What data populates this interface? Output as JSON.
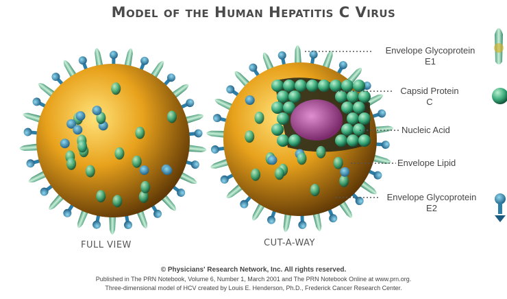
{
  "title": "Model of the Human Hepatitis C Virus",
  "captions": {
    "full_view": "FULL VIEW",
    "cut_away": "CUT-A-WAY"
  },
  "labels": {
    "e1": {
      "line1": "Envelope Glycoprotein",
      "line2": "E1"
    },
    "capsid": {
      "line1": "Capsid Protein",
      "line2": "C"
    },
    "nucleic": "Nucleic Acid",
    "lipid": "Envelope Lipid",
    "e2": {
      "line1": "Envelope Glycoprotein",
      "line2": "E2"
    }
  },
  "footer": {
    "line1": "© Physicians' Research Network, Inc. All rights reserved.",
    "line2": "Published in The PRN Notebook, Volume 6, Number 1, March 2001 and The PRN Notebook Online at  www.prn.org.",
    "line3": "Three-dimensional model of HCV created by Louis E. Henderson, Ph.D.,  Frederick Cancer Research Center."
  },
  "colors": {
    "envelope": "#e0a020",
    "spike_teal": "#8fd0b0",
    "spike_blue": "#2a7ea8",
    "capsid": "#3aaa7a",
    "nucleic": "#b0509a"
  }
}
